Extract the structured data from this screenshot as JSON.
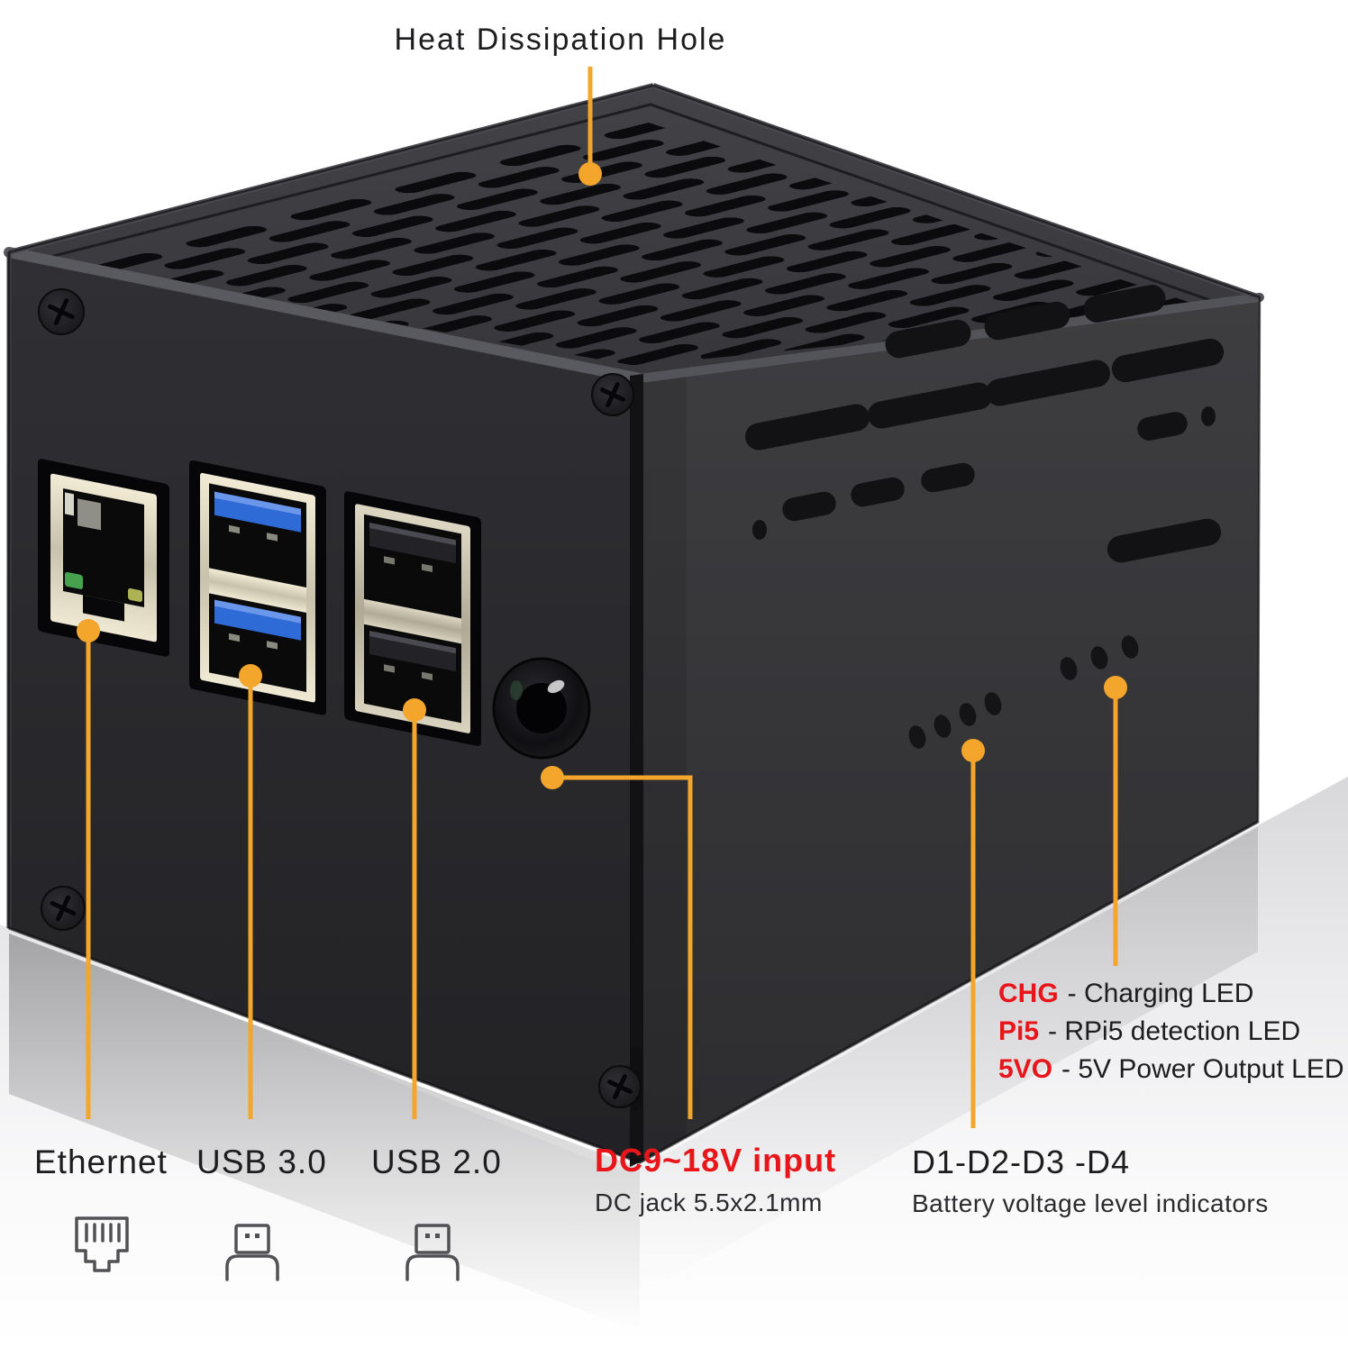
{
  "colors": {
    "leader_orange": "#F3A52C",
    "accent_red": "#E8151B",
    "label_text": "#1D1D1F",
    "sub_text": "#2B2B2D"
  },
  "annotations": {
    "heat": {
      "label": "Heat Dissipation Hole"
    },
    "ethernet": {
      "label": "Ethernet"
    },
    "usb3": {
      "label": "USB 3.0"
    },
    "usb2": {
      "label": "USB 2.0"
    },
    "dc": {
      "label": "DC9~18V input",
      "sub": "DC jack 5.5x2.1mm"
    },
    "battery": {
      "label": "D1-D2-D3 -D4",
      "sub": "Battery voltage level indicators"
    },
    "leds": [
      {
        "code": "CHG",
        "desc": "- Charging LED"
      },
      {
        "code": "Pi5",
        "desc": "- RPi5 detection LED"
      },
      {
        "code": "5VO",
        "desc": "- 5V Power Output LED"
      }
    ]
  }
}
